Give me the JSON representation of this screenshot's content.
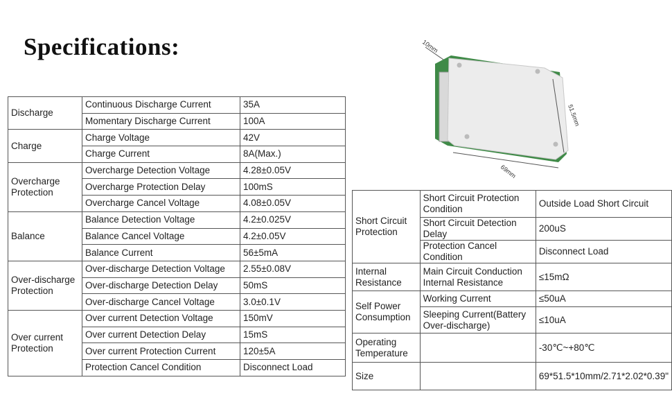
{
  "title": "Specifications:",
  "left_table": [
    {
      "group": "Discharge",
      "rows": [
        [
          "Continuous Discharge Current",
          "35A"
        ],
        [
          "Momentary Discharge Current",
          "100A"
        ]
      ]
    },
    {
      "group": "Charge",
      "rows": [
        [
          "Charge Voltage",
          "42V"
        ],
        [
          "Charge Current",
          "8A(Max.)"
        ]
      ]
    },
    {
      "group": "Overcharge Protection",
      "rows": [
        [
          "Overcharge Detection Voltage",
          "4.28±0.05V"
        ],
        [
          "Overcharge Protection Delay",
          "100mS"
        ],
        [
          "Overcharge Cancel Voltage",
          "4.08±0.05V"
        ]
      ]
    },
    {
      "group": "Balance",
      "rows": [
        [
          "Balance Detection Voltage",
          "4.2±0.025V"
        ],
        [
          "Balance Cancel Voltage",
          "4.2±0.05V"
        ],
        [
          "Balance Current",
          "56±5mA"
        ]
      ]
    },
    {
      "group": "Over-discharge Protection",
      "rows": [
        [
          "Over-discharge Detection Voltage",
          "2.55±0.08V"
        ],
        [
          "Over-discharge Detection Delay",
          "50mS"
        ],
        [
          "Over-discharge Cancel Voltage",
          "3.0±0.1V"
        ]
      ]
    },
    {
      "group": "Over current Protection",
      "rows": [
        [
          "Over current Detection Voltage",
          "150mV"
        ],
        [
          "Over current Detection Delay",
          "15mS"
        ],
        [
          "Over current Protection Current",
          "120±5A"
        ],
        [
          "Protection Cancel Condition",
          "Disconnect Load"
        ]
      ]
    }
  ],
  "right_table": [
    {
      "group": "Short Circuit Protection",
      "rows": [
        [
          "Short Circuit Protection Condition",
          "Outside Load Short Circuit"
        ],
        [
          "Short Circuit Detection Delay",
          "200uS"
        ],
        [
          "Protection Cancel Condition",
          "Disconnect Load"
        ]
      ]
    },
    {
      "group": "Internal Resistance",
      "rows": [
        [
          "Main Circuit Conduction Internal Resistance",
          "≤15mΩ"
        ]
      ]
    },
    {
      "group": "Self Power Consumption",
      "rows": [
        [
          "Working Current",
          "≤50uA"
        ],
        [
          "Sleeping Current(Battery Over-discharge)",
          "≤10uA"
        ]
      ]
    },
    {
      "group": "Operating Temperature",
      "rows": [
        [
          "",
          "-30℃~+80℃"
        ]
      ]
    },
    {
      "group": "Size",
      "rows": [
        [
          "",
          "69*51.5*10mm/2.71*2.02*0.39\""
        ]
      ]
    }
  ],
  "dimensions": {
    "height": "10mm",
    "width": "51.5mm",
    "length": "69mm"
  },
  "colors": {
    "pcb": "#3f8a47",
    "cover": "#e6e6e6",
    "border": "#555555"
  }
}
